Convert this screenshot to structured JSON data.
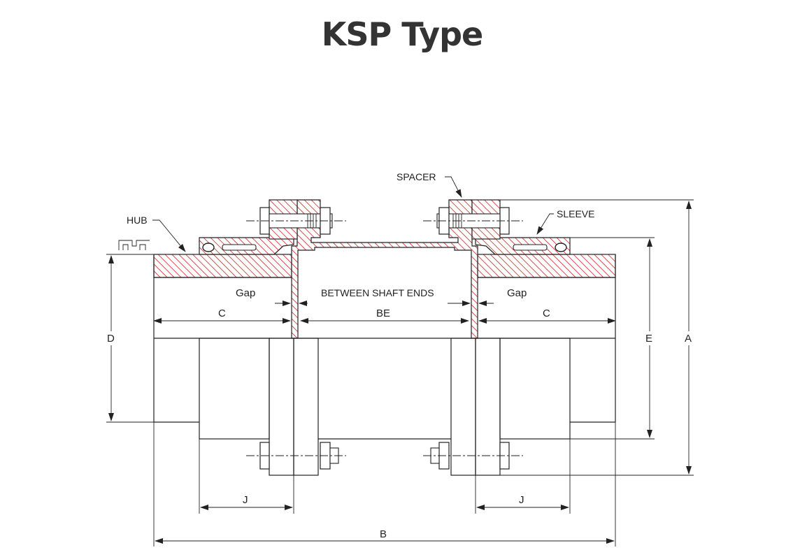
{
  "title": "KSP Type",
  "labels": {
    "spacer": "SPACER",
    "sleeve": "SLEEVE",
    "hub": "HUB",
    "gap_left": "Gap",
    "gap_right": "Gap",
    "between_shaft_ends": "BETWEEN SHAFT ENDS",
    "c_left": "C",
    "be": "BE",
    "c_right": "C",
    "d": "D",
    "e": "E",
    "a": "A",
    "j_left": "J",
    "j_right": "J",
    "b": "B"
  },
  "colors": {
    "section_hatch": "#d42020",
    "line": "#222222",
    "title": "#333333"
  }
}
